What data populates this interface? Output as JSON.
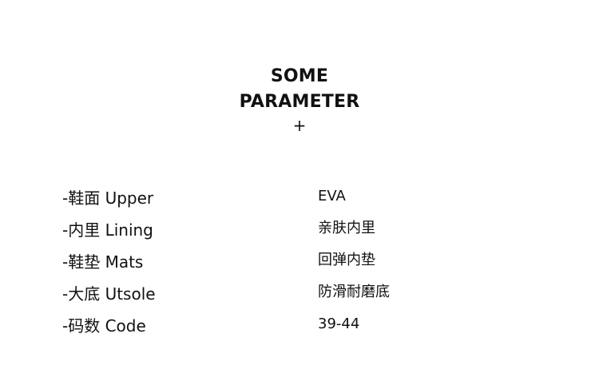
{
  "header": {
    "title_line1": "SOME",
    "title_line2": "PARAMETER",
    "symbol": "+"
  },
  "params": [
    {
      "label": "-鞋面 Upper",
      "value": "EVA"
    },
    {
      "label": "-内里 Lining",
      "value": "亲肤内里"
    },
    {
      "label": "-鞋垫 Mats",
      "value": "回弹内垫"
    },
    {
      "label": "-大底 Utsole",
      "value": "防滑耐磨底"
    },
    {
      "label": "-码数 Code",
      "value": "39-44"
    }
  ]
}
